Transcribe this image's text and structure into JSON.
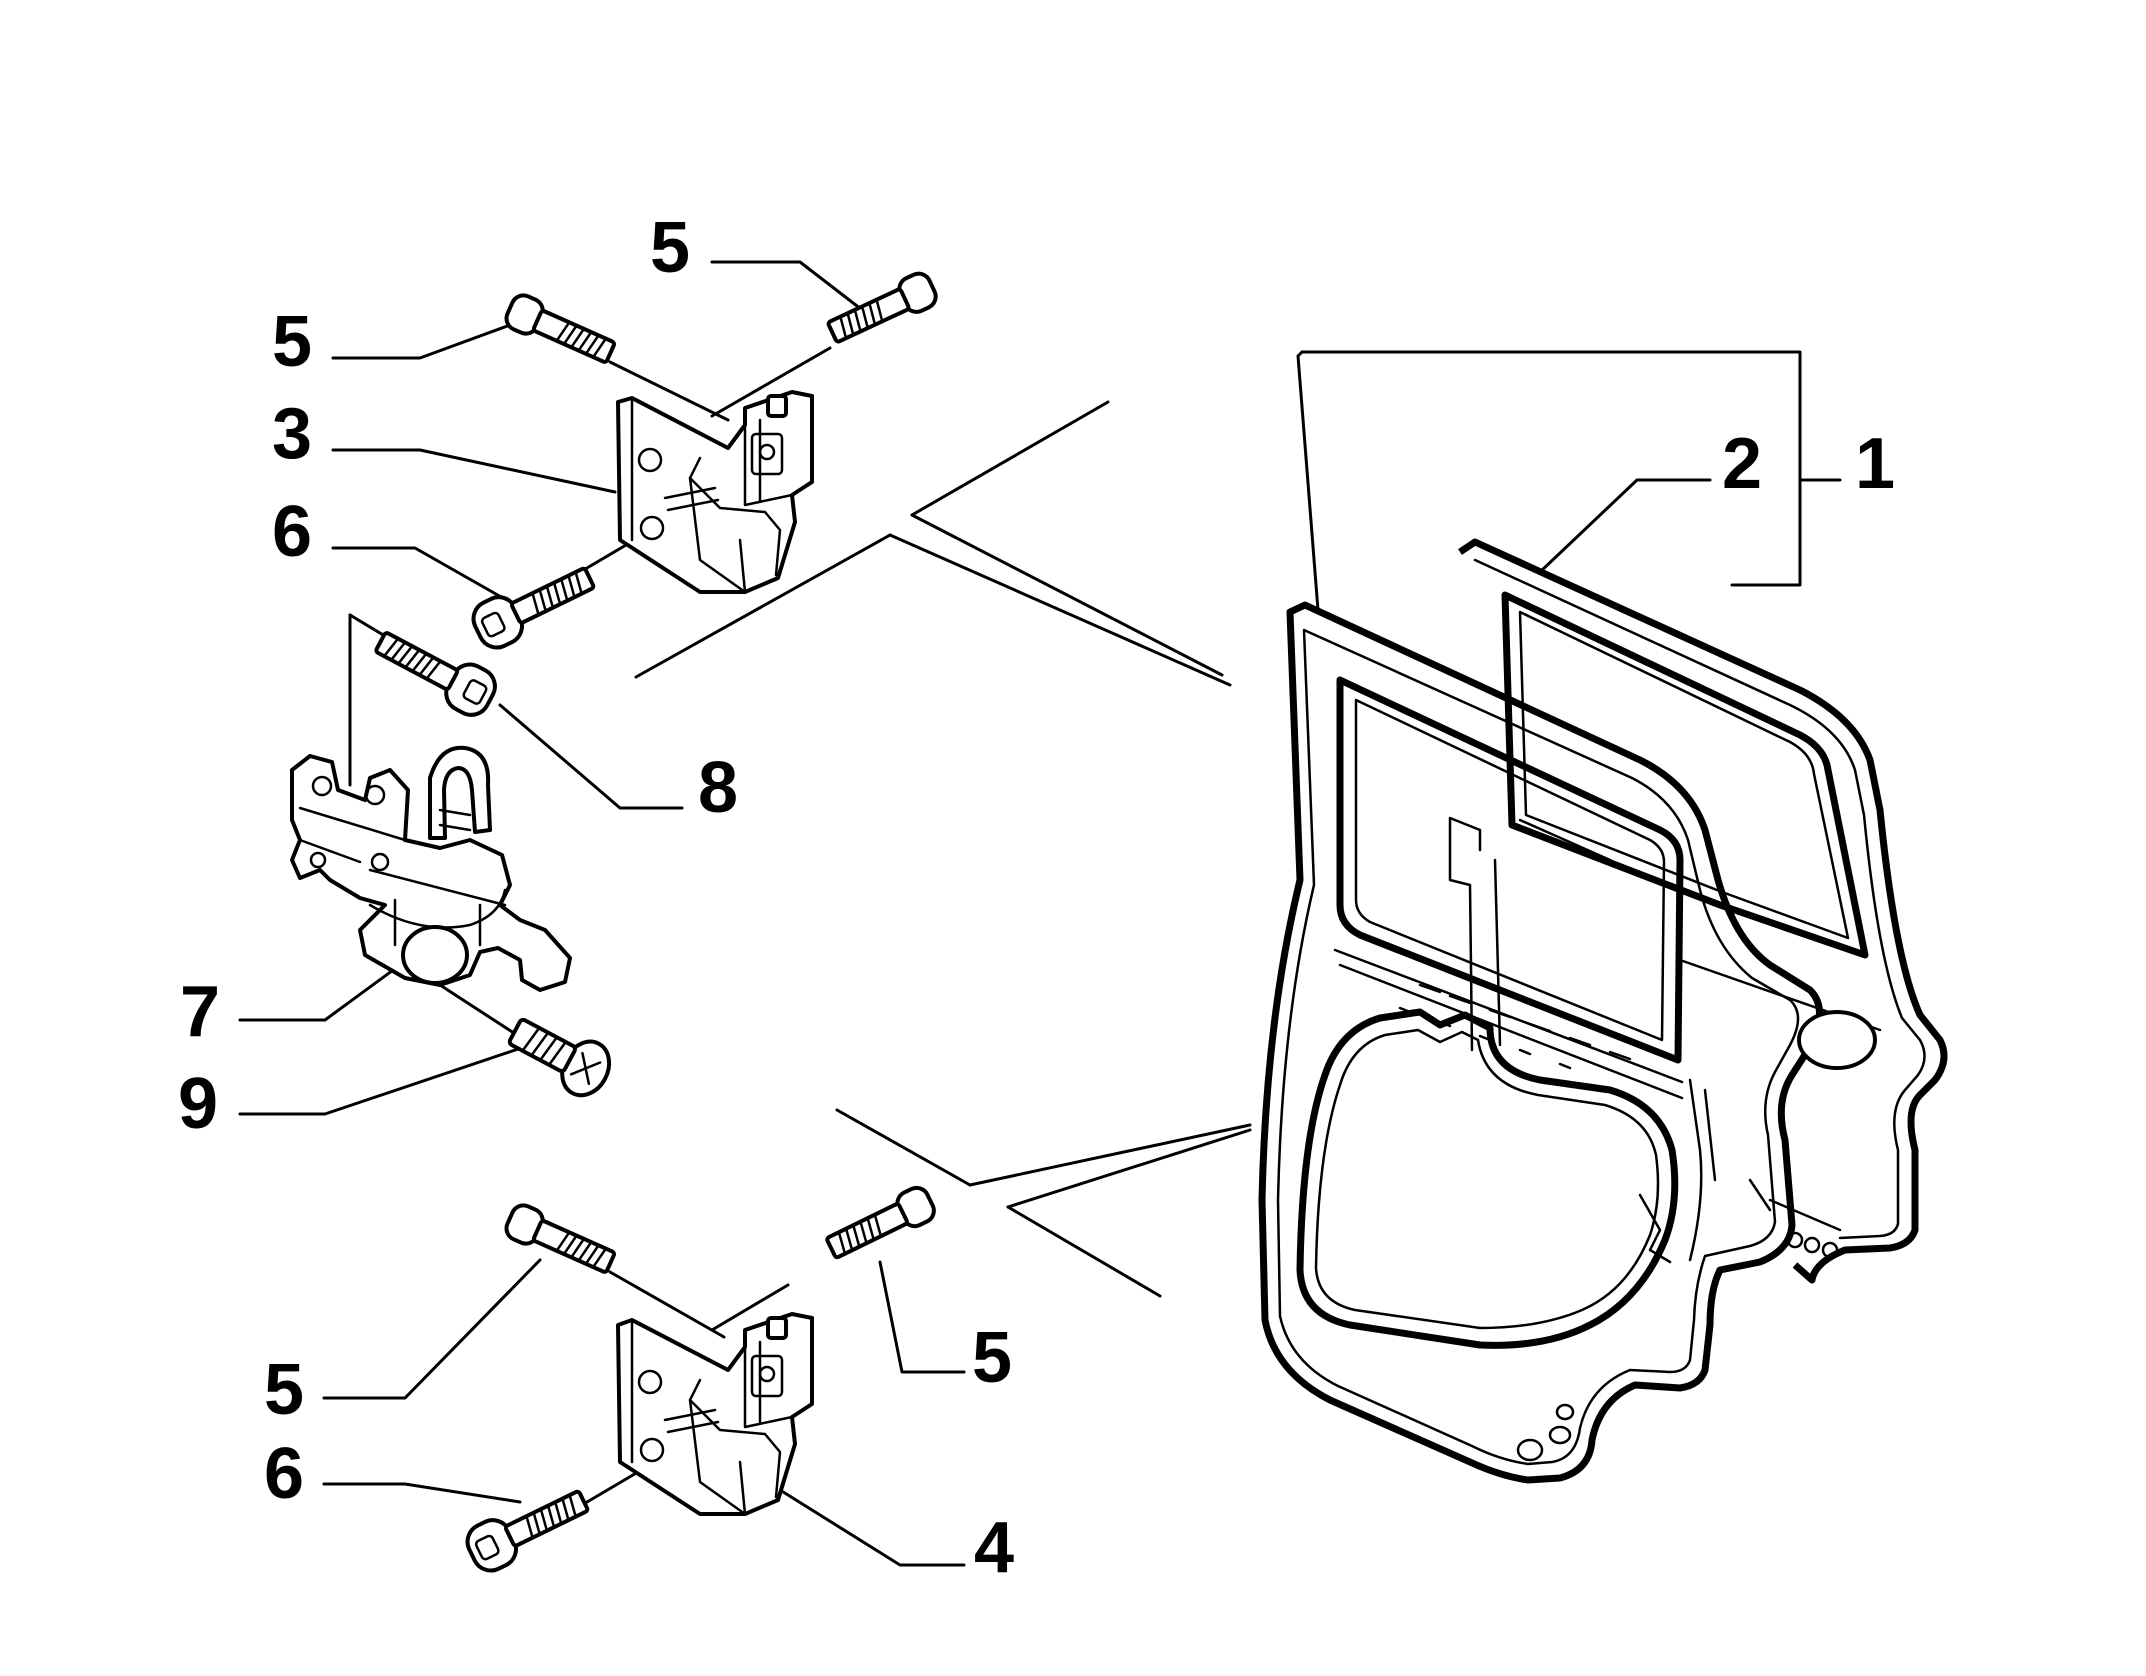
{
  "callouts": [
    {
      "id": "c1",
      "label": "1"
    },
    {
      "id": "c2",
      "label": "2"
    },
    {
      "id": "c3",
      "label": "3"
    },
    {
      "id": "c4",
      "label": "4"
    },
    {
      "id": "c5a",
      "label": "5"
    },
    {
      "id": "c5b",
      "label": "5"
    },
    {
      "id": "c5c",
      "label": "5"
    },
    {
      "id": "c5d",
      "label": "5"
    },
    {
      "id": "c6a",
      "label": "6"
    },
    {
      "id": "c6b",
      "label": "6"
    },
    {
      "id": "c7",
      "label": "7"
    },
    {
      "id": "c8",
      "label": "8"
    },
    {
      "id": "c9",
      "label": "9"
    }
  ]
}
